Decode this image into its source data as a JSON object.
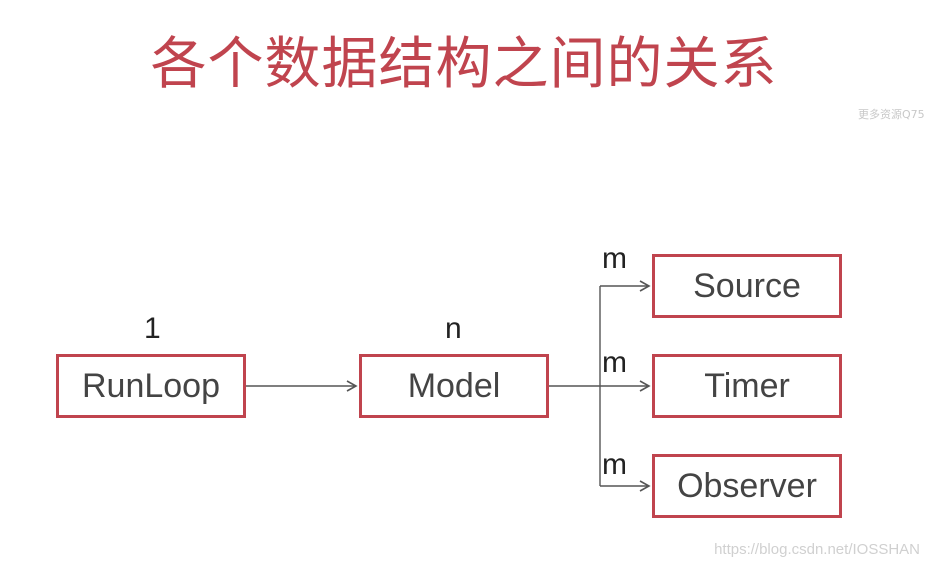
{
  "title": "各个数据结构之间的关系",
  "nodes": {
    "runloop": "RunLoop",
    "model": "Model",
    "source": "Source",
    "timer": "Timer",
    "observer": "Observer"
  },
  "multiplicities": {
    "runloop": "1",
    "model": "n",
    "source": "m",
    "timer": "m",
    "observer": "m"
  },
  "watermarks": {
    "top": "更多资源Q75",
    "bottom": "https://blog.csdn.net/IOSSHAN"
  },
  "colors": {
    "accent": "#c0444e",
    "connector": "#555555",
    "text": "#444444"
  }
}
